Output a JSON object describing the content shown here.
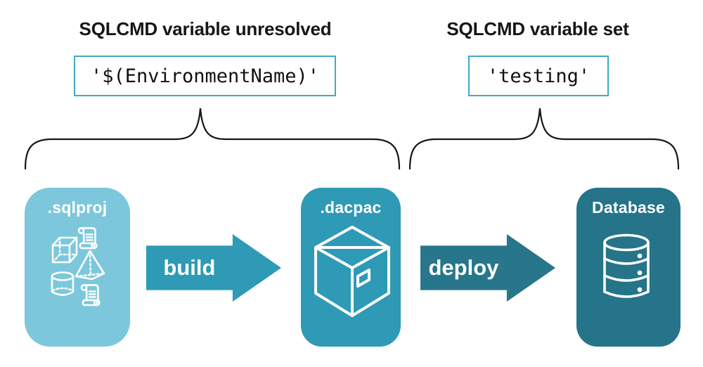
{
  "annotations": {
    "left": {
      "heading": "SQLCMD variable unresolved",
      "code": "'$(EnvironmentName)'"
    },
    "right": {
      "heading": "SQLCMD variable set",
      "code": "'testing'"
    }
  },
  "pipeline": {
    "nodes": [
      {
        "label": ".sqlproj",
        "icon": "sql-objects-icon"
      },
      {
        "label": ".dacpac",
        "icon": "package-icon"
      },
      {
        "label": "Database",
        "icon": "database-icon"
      }
    ],
    "arrows": [
      {
        "label": "build"
      },
      {
        "label": "deploy"
      }
    ]
  },
  "colors": {
    "sqlproj_box": "#7cc7db",
    "dacpac_box": "#2e9ab5",
    "database_box": "#25748a",
    "build_arrow": "#2e9ab5",
    "deploy_arrow": "#27768b",
    "code_border": "#41a9c7",
    "heading_text": "#161616",
    "brace": "#161616",
    "icon": "#ffffff"
  }
}
